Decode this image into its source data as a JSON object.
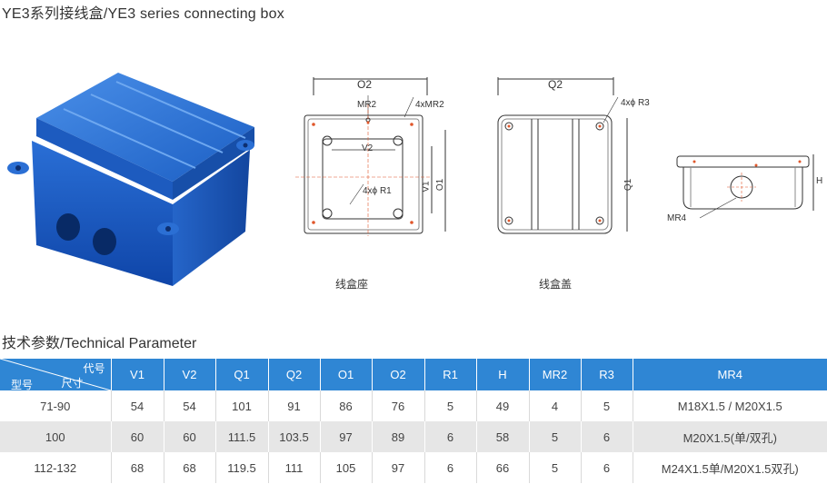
{
  "title": "YE3系列接线盒/YE3 series connecting box",
  "figures": {
    "base": {
      "label": "线盒座",
      "o2": "O2",
      "mr2": "MR2",
      "four_mr2": "4xMR2",
      "v2": "V2",
      "v1": "V1",
      "o1": "O1",
      "r1": "4xϕ R1"
    },
    "cover": {
      "label": "线盒盖",
      "q2": "Q2",
      "r3": "4xϕ R3",
      "q1": "Q1"
    },
    "side": {
      "mr4": "MR4",
      "h": "H"
    }
  },
  "tech": {
    "title": "技术参数/Technical Parameter",
    "corner": {
      "code": "代号",
      "size": "尺寸",
      "model": "型号"
    },
    "columns": [
      "V1",
      "V2",
      "Q1",
      "Q2",
      "O1",
      "O2",
      "R1",
      "H",
      "MR2",
      "R3",
      "MR4"
    ],
    "rows": [
      [
        "71-90",
        "54",
        "54",
        "101",
        "91",
        "86",
        "76",
        "5",
        "49",
        "4",
        "5",
        "M18X1.5 / M20X1.5"
      ],
      [
        "100",
        "60",
        "60",
        "111.5",
        "103.5",
        "97",
        "89",
        "6",
        "58",
        "5",
        "6",
        "M20X1.5(单/双孔)"
      ],
      [
        "112-132",
        "68",
        "68",
        "119.5",
        "111",
        "105",
        "97",
        "6",
        "66",
        "5",
        "6",
        "M24X1.5单/M20X1.5双孔)"
      ]
    ]
  }
}
